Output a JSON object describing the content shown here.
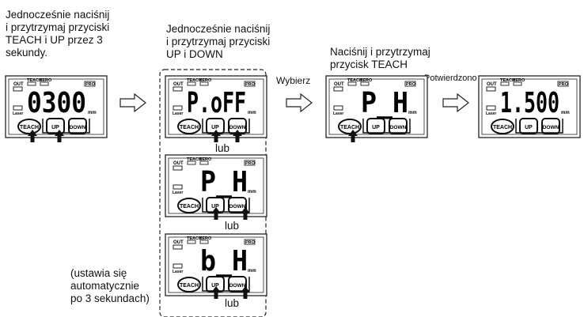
{
  "instructions": {
    "step1_lines": [
      "Jednocześnie naciśnij",
      "i przytrzymaj przyciski",
      "TEACH i UP przez 3",
      "sekundy."
    ],
    "step2_lines": [
      "Jednocześnie naciśnij",
      "i przytrzymaj przyciski",
      "UP i DOWN"
    ],
    "step3_lines": [
      "Naciśnij i przytrzymaj",
      "przycisk TEACH"
    ],
    "auto_note_lines": [
      "(ustawia się",
      "automatycznie",
      "po 3 sekundach)"
    ],
    "select_label": "Wybierz",
    "confirm_label": "Potwierdzono",
    "or_label": "lub"
  },
  "device": {
    "teach_label": "TEACH",
    "up_label": "UP",
    "down_label": "DOWN",
    "out_label": "OUT",
    "zero_label": "ZERO",
    "pro_label": "PRO",
    "laser_label": "Laser",
    "unit_label": "mm"
  },
  "displays": {
    "initial": "0300",
    "poff": "P.oFF",
    "ph": "P_H",
    "bh": "b_H",
    "result_ph": "P_H",
    "confirmed": "1.500"
  }
}
